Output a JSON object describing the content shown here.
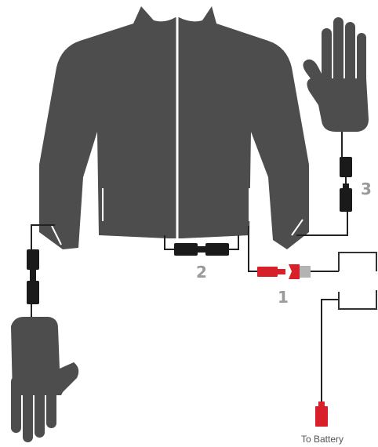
{
  "labels": {
    "connector_1": "1",
    "connector_2": "2",
    "connector_3": "3",
    "battery": "To Battery"
  },
  "colors": {
    "garment": "#4d4d4d",
    "wire": "#222222",
    "connector_dark": "#1a1a1a",
    "connector_red": "#d8202a",
    "connector_gray": "#b3b3b3",
    "label_gray": "#9a9a9a",
    "controller_outline": "#333333"
  },
  "components": {
    "jacket": "heated jacket",
    "left_glove": "heated glove",
    "right_glove": "heated glove",
    "controller": "controller",
    "battery_connector": "battery connector"
  }
}
